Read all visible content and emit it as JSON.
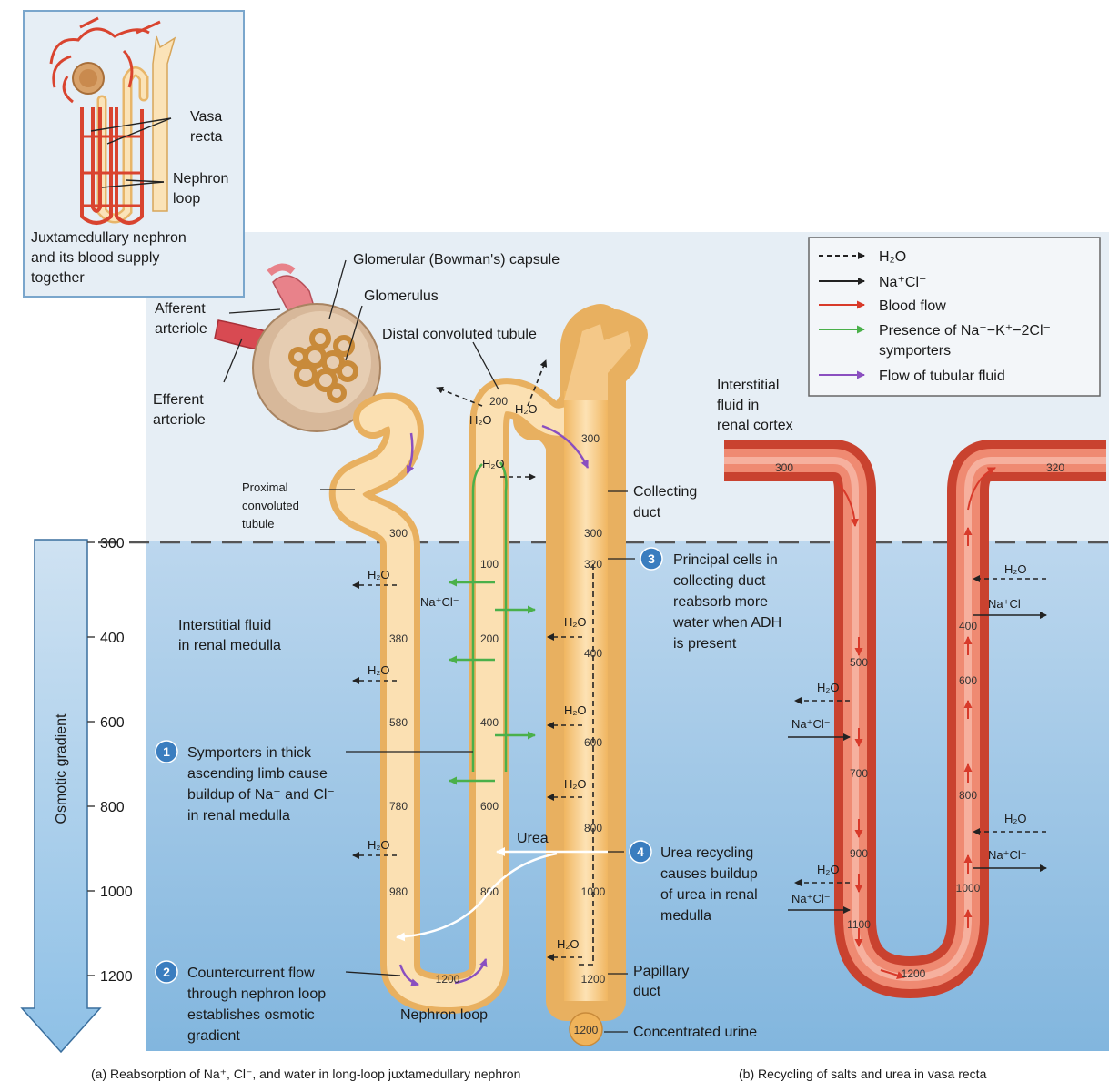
{
  "colors": {
    "cortex_bg": "#e6eef5",
    "medulla_top": "#bcd7ee",
    "medulla_bottom": "#82b6de",
    "tubule_fill": "#f6c77b",
    "tubule_light": "#fce8c4",
    "vessel_fill": "#e86550",
    "vessel_dark": "#c63a2a",
    "green": "#4ab04a",
    "purple": "#8a4fc0",
    "step_circle": "#3a7dbf"
  },
  "inset": {
    "labels": {
      "vasa_recta_1": "Vasa",
      "vasa_recta_2": "recta",
      "nephron_loop_1": "Nephron",
      "nephron_loop_2": "loop"
    },
    "caption": {
      "line1": "Juxtamedullary nephron",
      "line2": "and its blood supply",
      "line3": "together"
    }
  },
  "legend": {
    "items": [
      {
        "label": "H₂O",
        "color": "#222222",
        "style": "dashed",
        "icon": "arrow-icon"
      },
      {
        "label": "Na⁺Cl⁻",
        "color": "#222222",
        "style": "solid",
        "icon": "arrow-icon"
      },
      {
        "label": "Blood flow",
        "color": "#d83a2a",
        "style": "solid",
        "icon": "arrow-icon"
      },
      {
        "label": "Presence of Na⁺−K⁺−2Cl⁻",
        "label2": "symporters",
        "color": "#4ab04a",
        "style": "solid",
        "icon": "arrow-icon"
      },
      {
        "label": "Flow of tubular fluid",
        "color": "#8a4fc0",
        "style": "solid",
        "icon": "arrow-icon"
      }
    ]
  },
  "labels": {
    "glomerular_capsule": "Glomerular (Bowman's) capsule",
    "glomerulus": "Glomerulus",
    "afferent_1": "Afferent",
    "afferent_2": "arteriole",
    "efferent_1": "Efferent",
    "efferent_2": "arteriole",
    "dct": "Distal convoluted tubule",
    "pct_1": "Proximal",
    "pct_2": "convoluted",
    "pct_3": "tubule",
    "collecting_1": "Collecting",
    "collecting_2": "duct",
    "interstitial_cortex_1": "Interstitial",
    "interstitial_cortex_2": "fluid in",
    "interstitial_cortex_3": "renal cortex",
    "interstitial_medulla_1": "Interstitial fluid",
    "interstitial_medulla_2": "in renal medulla",
    "nephron_loop": "Nephron loop",
    "papillary_1": "Papillary",
    "papillary_2": "duct",
    "concentrated_urine": "Concentrated urine",
    "urea": "Urea",
    "water": "H₂O",
    "nacl": "Na⁺Cl⁻",
    "osmotic_gradient": "Osmotic gradient"
  },
  "osmotic_scale": [
    "300",
    "400",
    "600",
    "800",
    "1000",
    "1200"
  ],
  "tubule_values": {
    "dct_top": "200",
    "cd_top": "300",
    "descending": [
      "300",
      "380",
      "580",
      "780",
      "980"
    ],
    "loop_bottom": "1200",
    "ascending": [
      "100",
      "200",
      "400",
      "600",
      "800"
    ],
    "collecting": [
      "300",
      "320",
      "400",
      "600",
      "800",
      "1000",
      "1200"
    ],
    "urine": "1200"
  },
  "vasa_values": {
    "descending": [
      "300",
      "500",
      "700",
      "900",
      "1100"
    ],
    "bottom": "1200",
    "ascending": [
      "320",
      "400",
      "600",
      "800",
      "1000"
    ]
  },
  "steps": [
    {
      "num": "1",
      "lines": [
        "Symporters in thick",
        "ascending limb cause",
        "buildup of Na⁺ and Cl⁻",
        "in renal medulla"
      ]
    },
    {
      "num": "2",
      "lines": [
        "Countercurrent flow",
        "through nephron loop",
        "establishes osmotic",
        "gradient"
      ]
    },
    {
      "num": "3",
      "lines": [
        "Principal cells in",
        "collecting duct",
        "reabsorb more",
        "water when ADH",
        "is present"
      ]
    },
    {
      "num": "4",
      "lines": [
        "Urea recycling",
        "causes buildup",
        "of urea in renal",
        "medulla"
      ]
    }
  ],
  "captions": {
    "a": "(a) Reabsorption of Na⁺, Cl⁻, and water in long-loop juxtamedullary nephron",
    "b": "(b) Recycling of salts and urea in vasa recta"
  }
}
